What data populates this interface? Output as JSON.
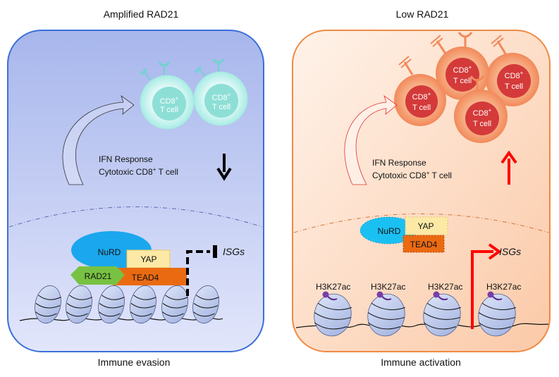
{
  "left_panel": {
    "title": "Amplified RAD21",
    "cell_label_line1": "CD8",
    "cell_label_sup": "+",
    "cell_label_line2": "T cell",
    "response_line1": "IFN Response",
    "response_line2_pre": "Cytotoxic CD8",
    "response_line2_sup": "+",
    "response_line2_post": " T cell",
    "complex": {
      "nurd": "NuRD",
      "yap": "YAP",
      "rad21": "RAD21",
      "tead4": "TEAD4"
    },
    "target": "ISGs",
    "footer": "Immune evasion",
    "colors": {
      "border": "#3a6fd8",
      "fill_top": "#a9b8ec",
      "fill_bottom": "#dfe4fa",
      "arrow": "#000000"
    }
  },
  "right_panel": {
    "title": "Low RAD21",
    "cell_label_line1": "CD8",
    "cell_label_sup": "+",
    "cell_label_line2": "T cell",
    "response_line1": "IFN Response",
    "response_line2_pre": "Cytotoxic CD8",
    "response_line2_sup": "+",
    "response_line2_post": " T cell",
    "complex": {
      "nurd": "NuRD",
      "yap": "YAP",
      "tead4": "TEAD4"
    },
    "histone_mark": "H3K27ac",
    "target": "ISGs",
    "footer": "Immune activation",
    "colors": {
      "border": "#ef8a45",
      "fill_top": "#fdeee3",
      "fill_bottom": "#fbd2b6",
      "arrow": "#ff0000"
    }
  }
}
